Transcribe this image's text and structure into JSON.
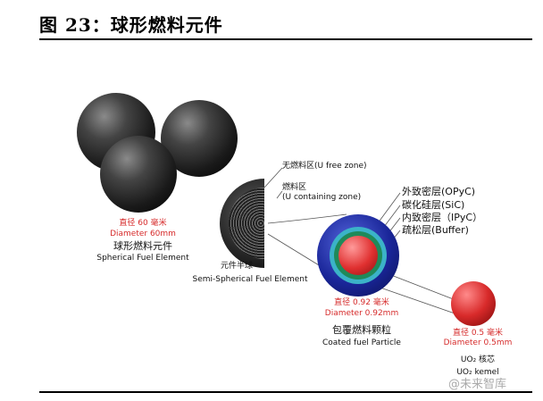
{
  "title": "图 23：球形燃料元件",
  "fuel_element": {
    "dia_cn": "直径 60 毫米",
    "dia_en": "Diameter 60mm",
    "name_cn": "球形燃料元件",
    "name_en": "Spherical Fuel Element"
  },
  "semi_sphere": {
    "name_cn": "元件半球",
    "name_en": "Semi-Spherical Fuel Element",
    "zone_free": "无燃料区(U free zone)",
    "zone_fuel_cn": "燃料区",
    "zone_fuel_en": "(U containing zone)"
  },
  "coated_particle": {
    "layers": [
      "外致密层(OPyC)",
      "碳化硅层(SiC)",
      "内致密层（IPyC）",
      "疏松层(Buffer)"
    ],
    "dia_cn": "直径 0.92 毫米",
    "dia_en": "Diameter 0.92mm",
    "name_cn": "包覆燃料颗粒",
    "name_en": "Coated fuel Particle"
  },
  "kernel": {
    "dia_cn": "直径 0.5 毫米",
    "dia_en": "Diameter 0.5mm",
    "name_cn": "UO₂ 核芯",
    "name_en": "UO₂ kemel"
  },
  "watermark": "@未来智库"
}
